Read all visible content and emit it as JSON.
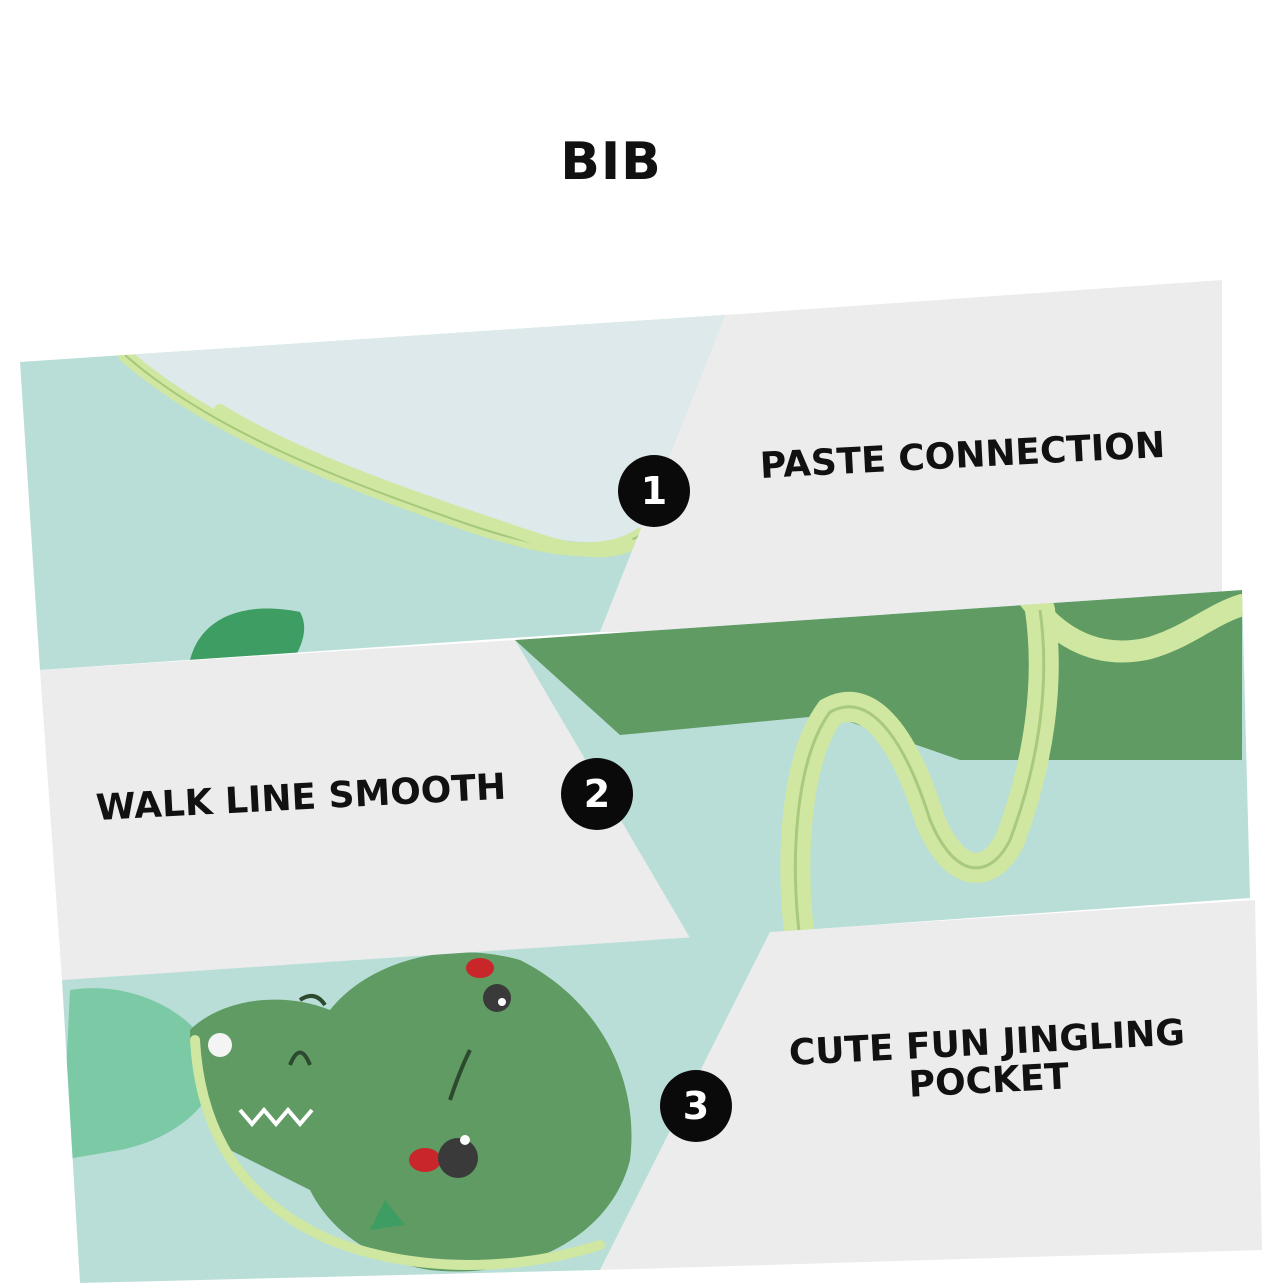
{
  "title": "BIB",
  "colors": {
    "panel_gray": "#ececec",
    "bib_mint": "#b9ded7",
    "bib_green_dark": "#5f9b63",
    "trim_green": "#cfe7a0",
    "badge_black": "#0a0a0a"
  },
  "features": [
    {
      "number": "1",
      "label": "PASTE CONNECTION"
    },
    {
      "number": "2",
      "label": "WALK LINE SMOOTH"
    },
    {
      "number": "3",
      "label_line1": "CUTE FUN JINGLING",
      "label_line2": "POCKET"
    }
  ],
  "icons": [
    "dinosaur-pocket-icon"
  ]
}
